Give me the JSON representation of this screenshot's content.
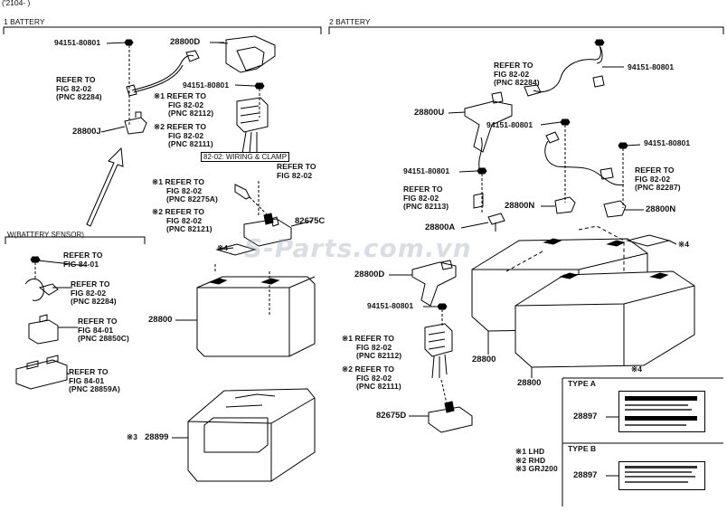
{
  "header": {
    "date_code": "('2104- )"
  },
  "sections": {
    "battery1": "1 BATTERY",
    "battery2": "2 BATTERY",
    "sensor": "W(BATTERY SENSOR)"
  },
  "tooltip": "82-02: WIRING & CLAMP",
  "watermark": "S-Parts.com.vn",
  "part_numbers": {
    "p94151_a": "94151-80801",
    "p94151_b": "94151-80801",
    "p94151_c": "94151-80801",
    "p94151_d": "94151-80801",
    "p94151_e": "94151-80801",
    "p94151_f": "94151-80801",
    "p94151_g": "94151-80801",
    "p28800D_a": "28800D",
    "p28800D_b": "28800D",
    "p28800J": "28800J",
    "p28800U": "28800U",
    "p28800N_a": "28800N",
    "p28800N_b": "28800N",
    "p28800A": "28800A",
    "p82675C": "82675C",
    "p82675D": "82675D",
    "p28800_a": "28800",
    "p28800_b": "28800",
    "p28800_c": "28800",
    "p28899": "28899",
    "p28897_a": "28897",
    "p28897_b": "28897"
  },
  "refs": {
    "r1": [
      "REFER TO",
      "FIG 82-02",
      "(PNC 82284)"
    ],
    "r2": [
      "※1 REFER TO",
      "FIG 82-02",
      "(PNC 82112)"
    ],
    "r3": [
      "※2 REFER TO",
      "FIG 82-02",
      "(PNC 82111)"
    ],
    "r4": [
      "REFER TO",
      "FIG 82-02"
    ],
    "r5": [
      "※1 REFER TO",
      "FIG 82-02",
      "(PNC 82275A)"
    ],
    "r6": [
      "※2 REFER TO",
      "FIG 82-02",
      "(PNC 82121)"
    ],
    "r7": [
      "REFER TO",
      "FIG 84-01"
    ],
    "r8": [
      "REFER TO",
      "FIG 82-02",
      "(PNC 82284)"
    ],
    "r9": [
      "REFER TO",
      "FIG 84-01",
      "(PNC 28850C)"
    ],
    "r10": [
      "REFER TO",
      "FIG 84-01",
      "(PNC 28859A)"
    ],
    "r11": [
      "REFER TO",
      "FIG 82-02",
      "(PNC 82284)"
    ],
    "r12": [
      "REFER TO",
      "FIG 82-02",
      "(PNC 82113)"
    ],
    "r13": [
      "REFER TO",
      "FIG 82-02",
      "(PNC 82287)"
    ],
    "r14": [
      "※1 REFER TO",
      "FIG 82-02",
      "(PNC 82112)"
    ],
    "r15": [
      "※2 REFER TO",
      "FIG 82-02",
      "(PNC 82111)"
    ]
  },
  "notes": {
    "n4_a": "※4",
    "n4_b": "※4",
    "n4_c": "※4",
    "n3": "※3",
    "type_a": "TYPE A",
    "type_b": "TYPE B",
    "legend": [
      "※1 LHD",
      "※2 RHD",
      "※3 GRJ200"
    ]
  }
}
